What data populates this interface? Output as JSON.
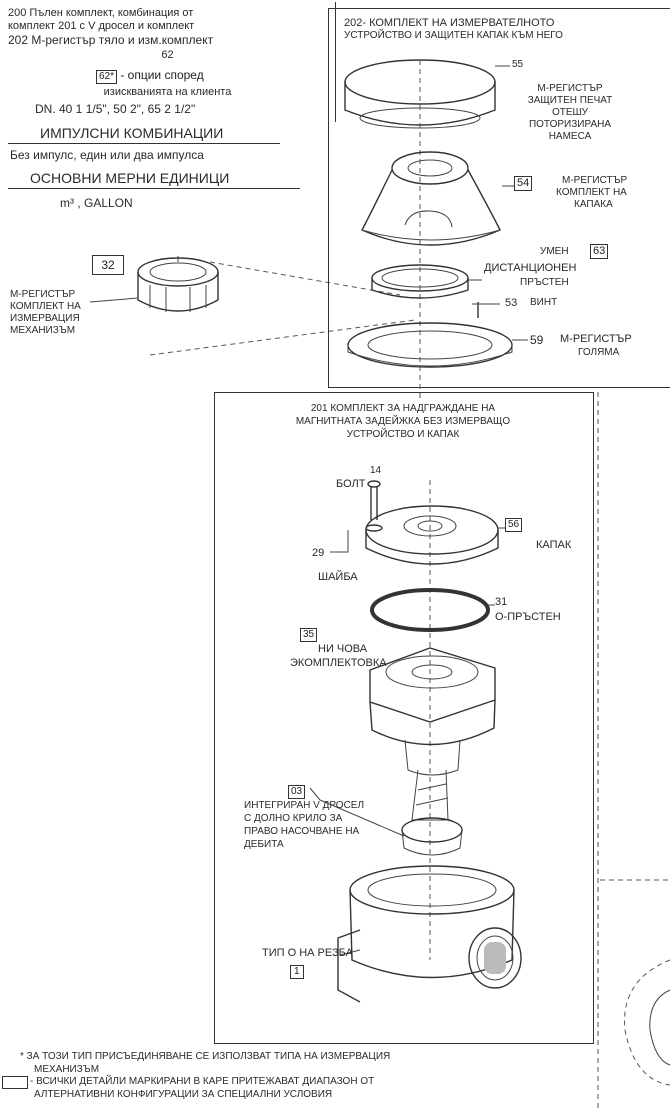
{
  "left_header": {
    "line1": "200 Пълен комплект, комбинация от",
    "line2": "комплект 201 с V дросел и комплект",
    "line3": "202 М-регистър тяло и изм.комплект",
    "line4": "62",
    "options_code": "62*",
    "options_text": " -  опции според",
    "options_text2": "изискванията на клиента",
    "sizes": "DN. 40  1 1/5\", 50  2\", 65  2 1/2\"",
    "impulse_title": "ИМПУЛСНИ КОМБИНАЦИИ",
    "impulse_text": "Без импулс, един или два импулса",
    "units_title": "ОСНОВНИ МЕРНИ ЕДИНИЦИ",
    "units_text": "m³ , GALLON"
  },
  "mechanism": {
    "code": "32",
    "label1": "М-РЕГИСТЪР",
    "label2": "КОМПЛЕКТ НА",
    "label3": "ИЗМЕРВАЦИЯ",
    "label4": "МЕХАНИЗЪМ"
  },
  "right_box": {
    "title1": "202- КОМПЛЕКТ НА ИЗМЕРВАТЕЛНОТО",
    "title2": "УСТРОЙСТВО И ЗАЩИТЕН КАПАК КЪМ НЕГО",
    "part55_num": "55",
    "part55_l1": "М-РЕГИСТЪР",
    "part55_l2": "ЗАЩИТЕН ПЕЧАТ",
    "part55_l3": "ОТЕШУ",
    "part55_l4": "ПОТОРИЗИРАНА",
    "part55_l5": "НАМЕСА",
    "part54_num": "54",
    "part54_l1": "М-РЕГИСТЪР",
    "part54_l2": "КОМПЛЕКТ НА",
    "part54_l3": "КАПАКА",
    "part63_l1": "УМЕН",
    "part63_num": "63",
    "part63_l2": "ДИСТАНЦИОНЕН",
    "part63_l3": "ПРЪСТЕН",
    "part53_num": "53",
    "part53_l": "ВИНТ",
    "part59_num": "59",
    "part59_l1": "М-РЕГИСТЪР",
    "part59_l2": "ГОЛЯМА"
  },
  "center_box": {
    "title1": "201  КОМПЛЕКТ ЗА НАДГРАЖДАНЕ НА",
    "title2": "МАГНИТНАТА ЗАДЕЙЖКА БЕЗ ИЗМЕРВАЩО",
    "title3": "УСТРОЙСТВО И КАПАК",
    "bolt_num": "14",
    "bolt_label": "БОЛТ",
    "washer_num": "29",
    "washer_label": "ШАЙБА",
    "cover_num": "56",
    "cover_label": "КАПАК",
    "oring_num": "31",
    "oring_label": "О-ПРЪСТЕН",
    "kit_num": "35",
    "kit_l1": "НИ ЧОВА",
    "kit_l2": "ЭКОМПЛЕКТОВКА",
    "throttle_num": "03",
    "throttle_l1": "ИНТЕГРИРАН V ДРОСЕЛ",
    "throttle_l2": "С ДОЛНО КРИЛО ЗА",
    "throttle_l3": "ПРАВО НАСОЧВАНЕ НА",
    "throttle_l4": "ДЕБИТА",
    "thread_label": "ТИП О НА РЕЗБА",
    "thread_num": "1"
  },
  "footnotes": {
    "note1a": "* ЗА ТОЗИ ТИП ПРИСЪЕДИНЯВАНЕ СЕ ИЗПОЛЗВАТ ТИПА НА ИЗМЕРВАЦИЯ",
    "note1b": "МЕХАНИЗЪМ",
    "note2a": "- ВСИЧКИ ДЕТАЙЛИ МАРКИРАНИ В КАРЕ ПРИТЕЖАВАТ ДИАПАЗОН ОТ",
    "note2b": "АЛТЕРНАТИВНИ КОНФИГУРАЦИИ ЗА СПЕЦИАЛНИ УСЛОВИЯ"
  }
}
